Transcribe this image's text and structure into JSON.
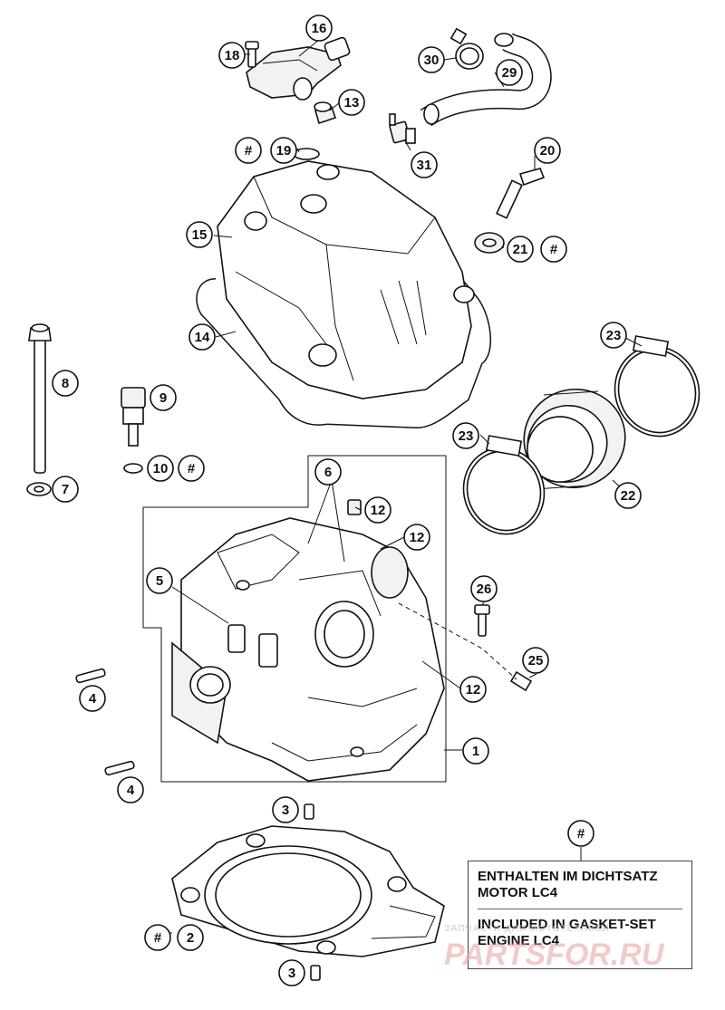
{
  "callouts": [
    {
      "id": "c16",
      "label": "16"
    },
    {
      "id": "c18",
      "label": "18"
    },
    {
      "id": "c13",
      "label": "13"
    },
    {
      "id": "c30",
      "label": "30"
    },
    {
      "id": "c29",
      "label": "29"
    },
    {
      "id": "c31",
      "label": "31"
    },
    {
      "id": "c-hash-19",
      "label": "#"
    },
    {
      "id": "c19",
      "label": "19"
    },
    {
      "id": "c20",
      "label": "20"
    },
    {
      "id": "c15",
      "label": "15"
    },
    {
      "id": "c21",
      "label": "21"
    },
    {
      "id": "c-hash-21",
      "label": "#"
    },
    {
      "id": "c14",
      "label": "14"
    },
    {
      "id": "c8",
      "label": "8"
    },
    {
      "id": "c9",
      "label": "9"
    },
    {
      "id": "c23a",
      "label": "23"
    },
    {
      "id": "c23b",
      "label": "23"
    },
    {
      "id": "c10",
      "label": "10"
    },
    {
      "id": "c-hash-10",
      "label": "#"
    },
    {
      "id": "c7",
      "label": "7"
    },
    {
      "id": "c6",
      "label": "6"
    },
    {
      "id": "c22",
      "label": "22"
    },
    {
      "id": "c12a",
      "label": "12"
    },
    {
      "id": "c12b",
      "label": "12"
    },
    {
      "id": "c5",
      "label": "5"
    },
    {
      "id": "c26",
      "label": "26"
    },
    {
      "id": "c25",
      "label": "25"
    },
    {
      "id": "c12c",
      "label": "12"
    },
    {
      "id": "c4a",
      "label": "4"
    },
    {
      "id": "c1",
      "label": "1"
    },
    {
      "id": "c4b",
      "label": "4"
    },
    {
      "id": "c3a",
      "label": "3"
    },
    {
      "id": "c-hash-legend",
      "label": "#"
    },
    {
      "id": "c-hash-2",
      "label": "#"
    },
    {
      "id": "c2",
      "label": "2"
    },
    {
      "id": "c3b",
      "label": "3"
    }
  ],
  "legend": {
    "de_line1": "ENTHALTEN IM DICHTSATZ",
    "de_line2": "MOTOR LC4",
    "en_line1": "INCLUDED IN GASKET-SET",
    "en_line2": "ENGINE LC4"
  },
  "watermark": {
    "top": "ЗАПЧАСТИ ДЛЯ МОТОТЕХНИКИ",
    "main": "PARTSFOR.RU"
  },
  "colors": {
    "line": "#111111",
    "background": "#ffffff",
    "watermark": "#e8a0a0"
  }
}
